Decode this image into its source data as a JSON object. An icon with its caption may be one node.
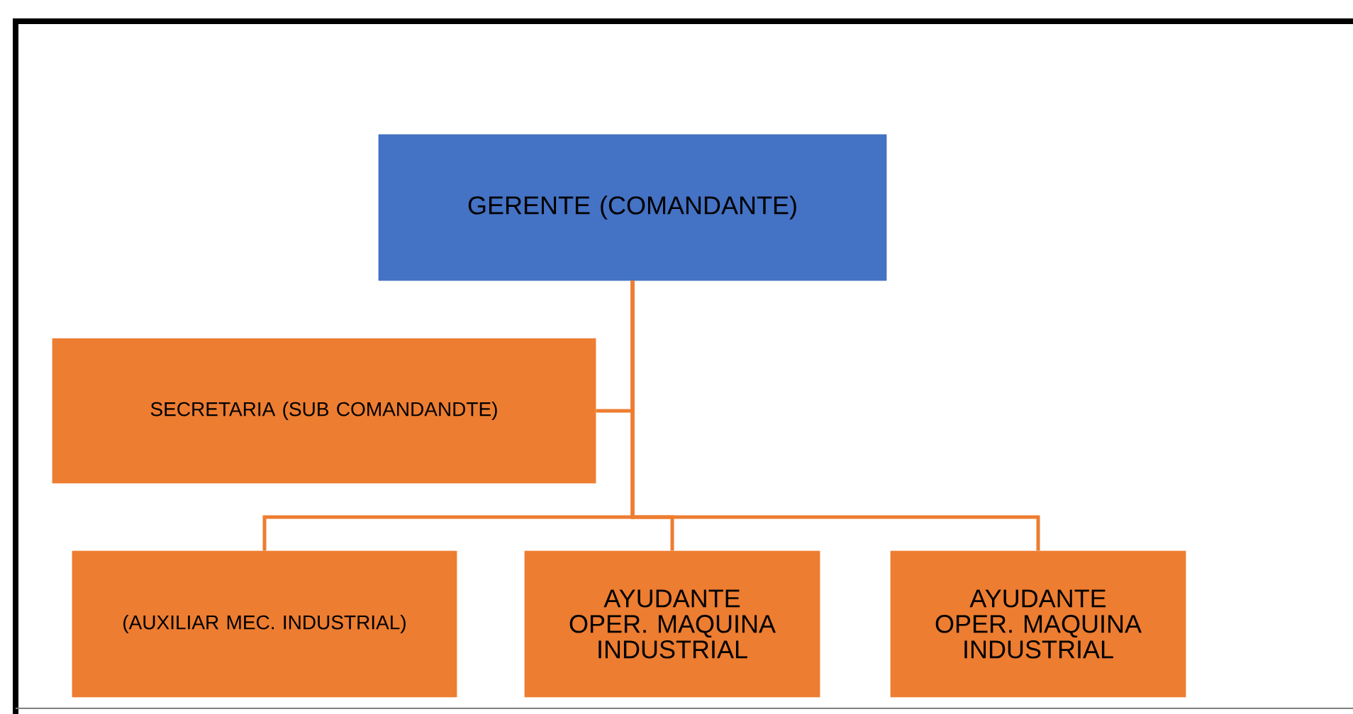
{
  "diagram": {
    "nodes": [
      {
        "text": [
          "GERENTE (COMANDANTE)"
        ]
      },
      {
        "text": [
          "SECRETARIA (SUB COMANDANDTE)"
        ]
      },
      {
        "text": [
          "(AUXILIAR MEC. INDUSTRIAL)"
        ]
      },
      {
        "text": [
          "AYUDANTE OPER. MAQUINA INDUSTRIAL"
        ]
      },
      {
        "text": [
          "AYUDANTE OPER. MAQUINA INDUSTRIAL"
        ]
      }
    ],
    "edges": [
      {
        "from": 0,
        "to": 1,
        "arrow": "none"
      },
      {
        "from": 0,
        "to": 2,
        "arrow": "none"
      },
      {
        "from": 0,
        "to": 3,
        "arrow": "none"
      },
      {
        "from": 0,
        "to": 4,
        "arrow": "none"
      }
    ]
  }
}
